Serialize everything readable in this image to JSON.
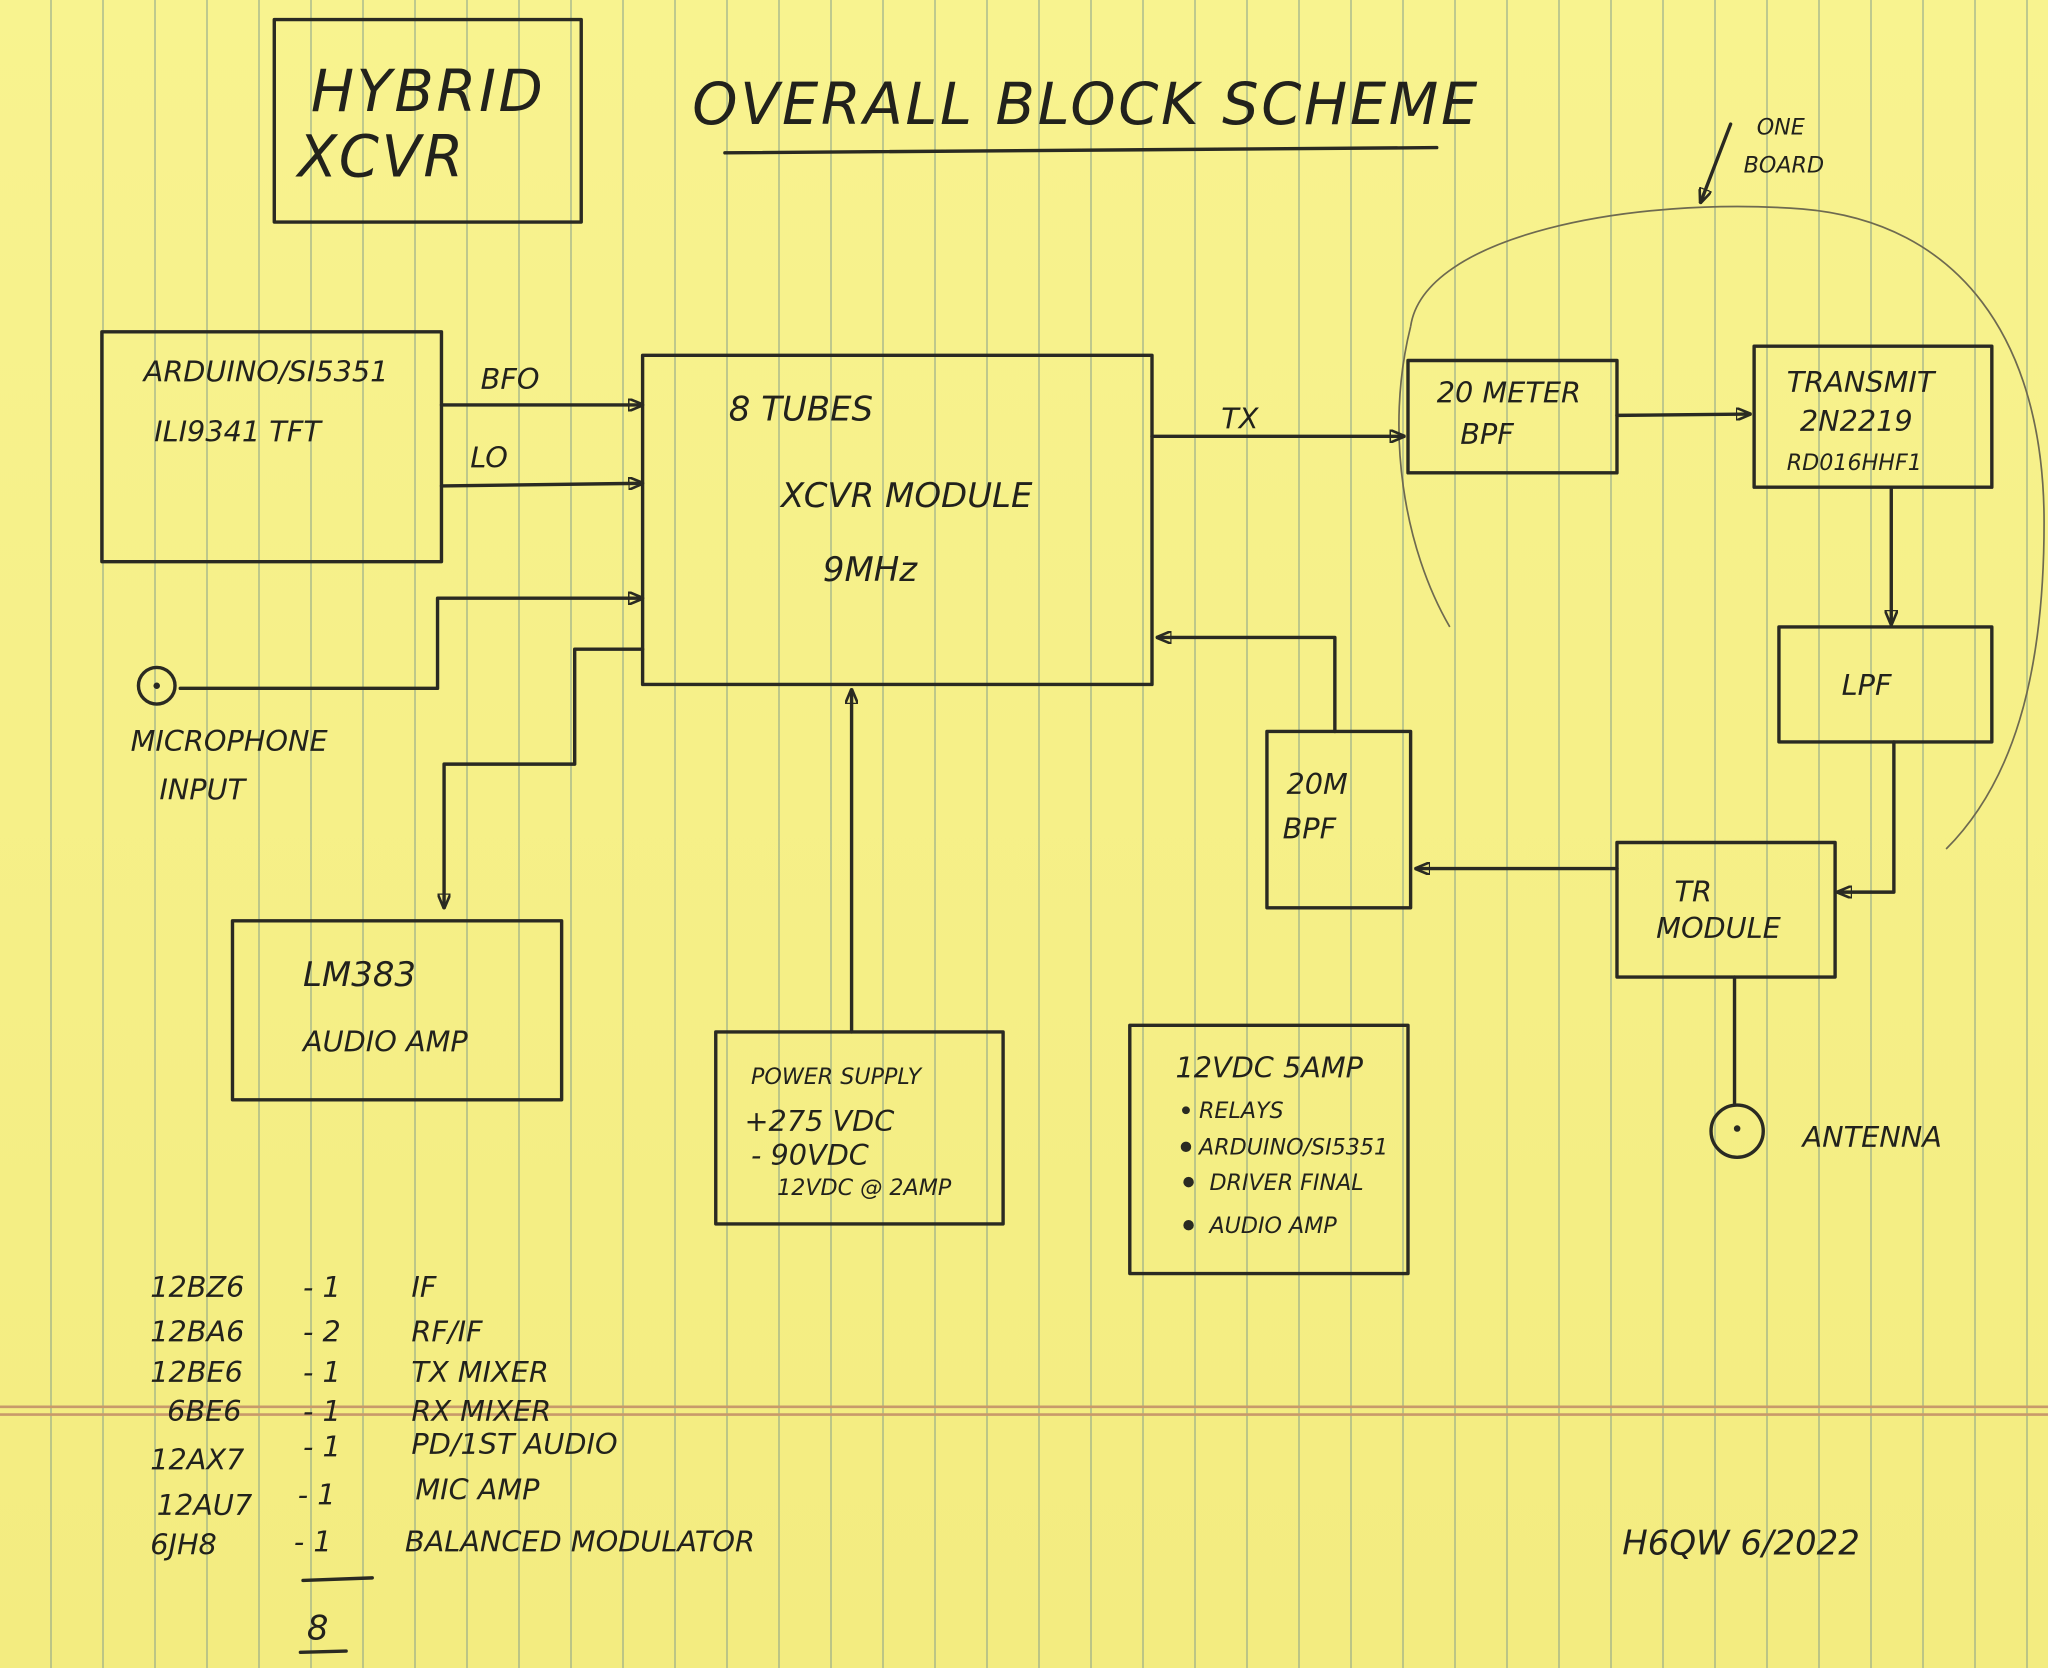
{
  "title_box": {
    "line1": "HYBRID",
    "line2": "XCVR"
  },
  "heading": "OVERALL BLOCK SCHEME",
  "annotation_one_board": {
    "line1": "ONE",
    "line2": "BOARD"
  },
  "blocks": {
    "arduino": {
      "line1": "ARDUINO/SI5351",
      "line2": "ILI9341 TFT"
    },
    "xcvr": {
      "line1": "8 TUBES",
      "line2": "XCVR MODULE",
      "line3": "9MHz"
    },
    "bpf_tx": {
      "line1": "20 METER",
      "line2": "BPF"
    },
    "transmit": {
      "line1": "TRANSMIT",
      "line2": "2N2219",
      "line3": "RD016HHF1"
    },
    "lpf": {
      "line1": "LPF"
    },
    "tr_module": {
      "line1": "TR",
      "line2": "MODULE"
    },
    "bpf_rx": {
      "line1": "20M",
      "line2": "BPF"
    },
    "audio_amp": {
      "line1": "LM383",
      "line2": "AUDIO AMP"
    },
    "power_supply": {
      "line1": "POWER SUPPLY",
      "line2": "+275 VDC",
      "line3": "- 90VDC",
      "line4": "12VDC @ 2AMP"
    },
    "supply_12v": {
      "line1": "12VDC 5AMP",
      "items": [
        "RELAYS",
        "ARDUINO/SI5351",
        "DRIVER FINAL",
        "AUDIO AMP"
      ]
    }
  },
  "signals": {
    "bfo": "BFO",
    "lo": "LO",
    "tx": "TX"
  },
  "microphone": {
    "line1": "MICROPHONE",
    "line2": "INPUT"
  },
  "antenna": "ANTENNA",
  "tube_list": [
    {
      "tube": "12BZ6",
      "qty": "- 1",
      "use": "IF"
    },
    {
      "tube": "12BA6",
      "qty": "- 2",
      "use": "RF/IF"
    },
    {
      "tube": "12BE6",
      "qty": "- 1",
      "use": "TX MIXER"
    },
    {
      "tube": "6BE6",
      "qty": "- 1",
      "use": "RX MIXER"
    },
    {
      "tube": "12AX7",
      "qty": "- 1",
      "use": "PD/1ST AUDIO"
    },
    {
      "tube": "12AU7",
      "qty": "- 1",
      "use": "MIC AMP"
    },
    {
      "tube": "6JH8",
      "qty": "- 1",
      "use": "BALANCED MODULATOR"
    }
  ],
  "tube_total": "8",
  "signature": "H6QW 6/2022",
  "colors": {
    "paper": "#f6f08a",
    "ink": "#2a2a22",
    "margin_line": "#c89a6a"
  }
}
